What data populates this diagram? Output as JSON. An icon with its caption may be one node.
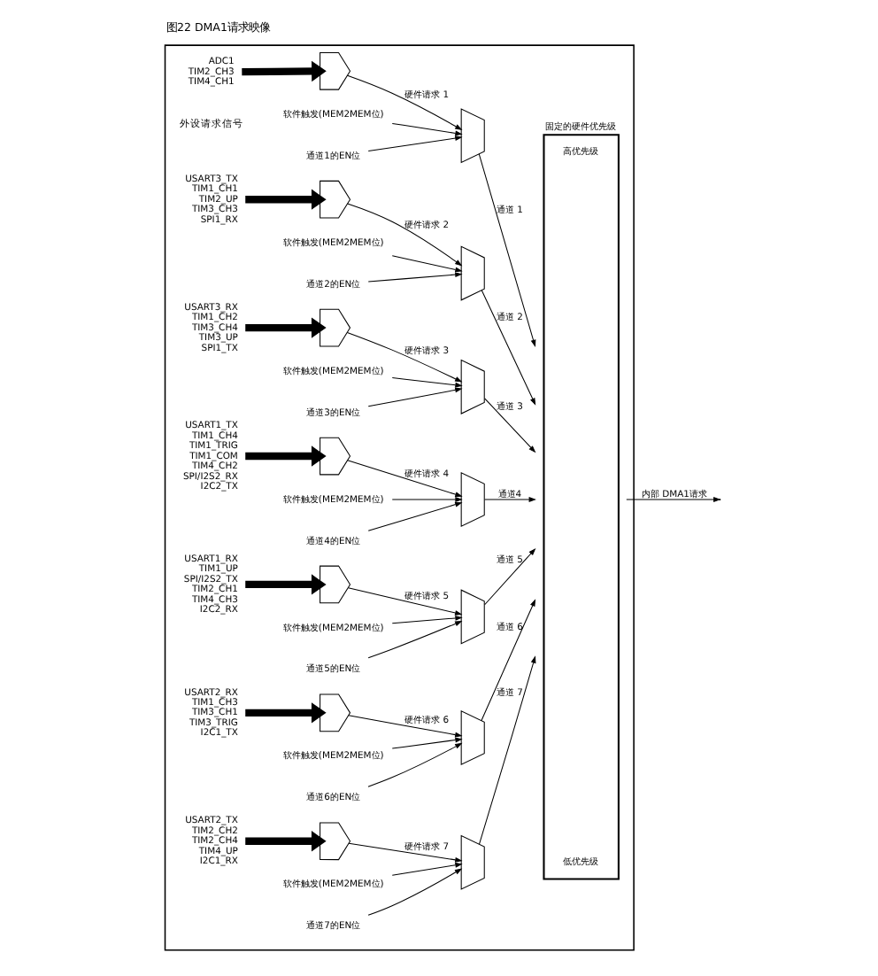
{
  "diagram": {
    "title": "图22 DMA1请求映像",
    "nodes": [
      {
        "text": [],
        "shape": "box"
      },
      {
        "text": [
          "ADC1",
          "TIM2_CH3",
          "TIM4_CH1"
        ],
        "in": 0
      },
      {
        "text": [],
        "shape": "gate",
        "in": 0
      },
      {
        "text": [
          "软件触发(MEM2MEM位)"
        ],
        "in": 0
      },
      {
        "text": [
          "通道1的EN位"
        ],
        "in": 0
      },
      {
        "text": [],
        "shape": "trapezoid",
        "in": 0
      },
      {
        "text": [
          "USART3_TX",
          "TIM1_CH1",
          "TIM2_UP",
          "TIM3_CH3",
          "SPI1_RX"
        ],
        "in": 0
      },
      {
        "text": [],
        "shape": "gate",
        "in": 0
      },
      {
        "text": [
          "软件触发(MEM2MEM位)"
        ],
        "in": 0
      },
      {
        "text": [
          "通道2的EN位"
        ],
        "in": 0
      },
      {
        "text": [],
        "shape": "trapezoid",
        "in": 0
      },
      {
        "text": [
          "USART3_RX",
          "TIM1_CH2",
          "TIM3_CH4",
          "TIM3_UP",
          "SPI1_TX"
        ],
        "in": 0
      },
      {
        "text": [],
        "shape": "gate",
        "in": 0
      },
      {
        "text": [
          "软件触发(MEM2MEM位)"
        ],
        "in": 0
      },
      {
        "text": [
          "通道3的EN位"
        ],
        "in": 0
      },
      {
        "text": [],
        "shape": "trapezoid",
        "in": 0
      },
      {
        "text": [
          "USART1_TX",
          "TIM1_CH4",
          "TIM1_TRIG",
          "TIM1_COM",
          "TIM4_CH2",
          "SPI/I2S2_RX",
          "I2C2_TX"
        ],
        "in": 0
      },
      {
        "text": [],
        "shape": "gate",
        "in": 0
      },
      {
        "text": [
          "软件触发(MEM2MEM位)"
        ],
        "in": 0
      },
      {
        "text": [
          "通道4的EN位"
        ],
        "in": 0
      },
      {
        "text": [],
        "shape": "trapezoid",
        "in": 0
      },
      {
        "text": [
          "USART1_RX",
          "TIM1_UP",
          "SPI/I2S2_TX",
          "TIM2_CH1",
          "TIM4_CH3",
          "I2C2_RX"
        ],
        "in": 0
      },
      {
        "text": [],
        "shape": "gate",
        "in": 0
      },
      {
        "text": [
          "软件触发(MEM2MEM位)"
        ],
        "in": 0
      },
      {
        "text": [
          "通道5的EN位"
        ],
        "in": 0
      },
      {
        "text": [],
        "shape": "trapezoid",
        "in": 0
      },
      {
        "text": [
          "USART2_RX",
          "TIM1_CH3",
          "TIM3_CH1",
          "TIM3_TRIG",
          "I2C1_TX"
        ],
        "in": 0
      },
      {
        "text": [],
        "shape": "gate",
        "in": 0
      },
      {
        "text": [
          "软件触发(MEM2MEM位)"
        ],
        "in": 0
      },
      {
        "text": [
          "通道6的EN位"
        ],
        "in": 0
      },
      {
        "text": [],
        "shape": "trapezoid",
        "in": 0
      },
      {
        "text": [
          "USART2_TX",
          "TIM2_CH2",
          "TIM2_CH4",
          "TIM4_UP",
          "I2C1_RX"
        ],
        "in": 0
      },
      {
        "text": [],
        "shape": "gate",
        "in": 0
      },
      {
        "text": [
          "软件触发(MEM2MEM位)"
        ],
        "in": 0
      },
      {
        "text": [
          "通道7的EN位"
        ],
        "in": 0
      },
      {
        "text": [],
        "shape": "trapezoid",
        "in": 0
      },
      {
        "text": [
          "固定的硬件优先级",
          "高优先级",
          "低优先级"
        ],
        "in": 0
      }
    ],
    "edges": [
      {
        "from": 1,
        "to": 2,
        "arrow": "to",
        "style": "thick"
      },
      {
        "from": 2,
        "to": 5,
        "arrow": "to",
        "label": "硬件请求 1"
      },
      {
        "from": 3,
        "to": 5,
        "arrow": "to"
      },
      {
        "from": 4,
        "to": 5,
        "arrow": "to"
      },
      {
        "from": 5,
        "to": 36,
        "arrow": "to",
        "label": "通道 1"
      },
      {
        "from": 6,
        "to": 7,
        "arrow": "to",
        "style": "thick"
      },
      {
        "from": 7,
        "to": 10,
        "arrow": "to",
        "label": "硬件请求 2"
      },
      {
        "from": 8,
        "to": 10,
        "arrow": "to"
      },
      {
        "from": 9,
        "to": 10,
        "arrow": "to"
      },
      {
        "from": 10,
        "to": 36,
        "arrow": "to",
        "label": "通道 2"
      },
      {
        "from": 11,
        "to": 12,
        "arrow": "to",
        "style": "thick"
      },
      {
        "from": 12,
        "to": 15,
        "arrow": "to",
        "label": "硬件请求 3"
      },
      {
        "from": 13,
        "to": 15,
        "arrow": "to"
      },
      {
        "from": 14,
        "to": 15,
        "arrow": "to"
      },
      {
        "from": 15,
        "to": 36,
        "arrow": "to",
        "label": "通道 3"
      },
      {
        "from": 16,
        "to": 17,
        "arrow": "to",
        "style": "thick"
      },
      {
        "from": 17,
        "to": 20,
        "arrow": "to",
        "label": "硬件请求 4"
      },
      {
        "from": 18,
        "to": 20,
        "arrow": "to"
      },
      {
        "from": 19,
        "to": 20,
        "arrow": "to"
      },
      {
        "from": 20,
        "to": 36,
        "arrow": "to",
        "label": "通道4"
      },
      {
        "from": 21,
        "to": 22,
        "arrow": "to",
        "style": "thick"
      },
      {
        "from": 22,
        "to": 25,
        "arrow": "to",
        "label": "硬件请求 5"
      },
      {
        "from": 23,
        "to": 25,
        "arrow": "to"
      },
      {
        "from": 24,
        "to": 25,
        "arrow": "to"
      },
      {
        "from": 25,
        "to": 36,
        "arrow": "to",
        "label": "通道 5"
      },
      {
        "from": 26,
        "to": 27,
        "arrow": "to",
        "style": "thick"
      },
      {
        "from": 27,
        "to": 30,
        "arrow": "to",
        "label": "硬件请求 6"
      },
      {
        "from": 28,
        "to": 30,
        "arrow": "to"
      },
      {
        "from": 29,
        "to": 30,
        "arrow": "to"
      },
      {
        "from": 30,
        "to": 36,
        "arrow": "to",
        "label": "通道 6"
      },
      {
        "from": 31,
        "to": 32,
        "arrow": "to",
        "style": "thick"
      },
      {
        "from": 32,
        "to": 35,
        "arrow": "to",
        "label": "硬件请求 7"
      },
      {
        "from": 33,
        "to": 35,
        "arrow": "to"
      },
      {
        "from": 34,
        "to": 35,
        "arrow": "to"
      },
      {
        "from": 35,
        "to": 36,
        "arrow": "to",
        "label": "通道 7"
      },
      {
        "from": 36,
        "to": null,
        "arrow": "to",
        "label": "内部 DMA1请求"
      }
    ],
    "labels": [
      "外设请求信号"
    ]
  }
}
